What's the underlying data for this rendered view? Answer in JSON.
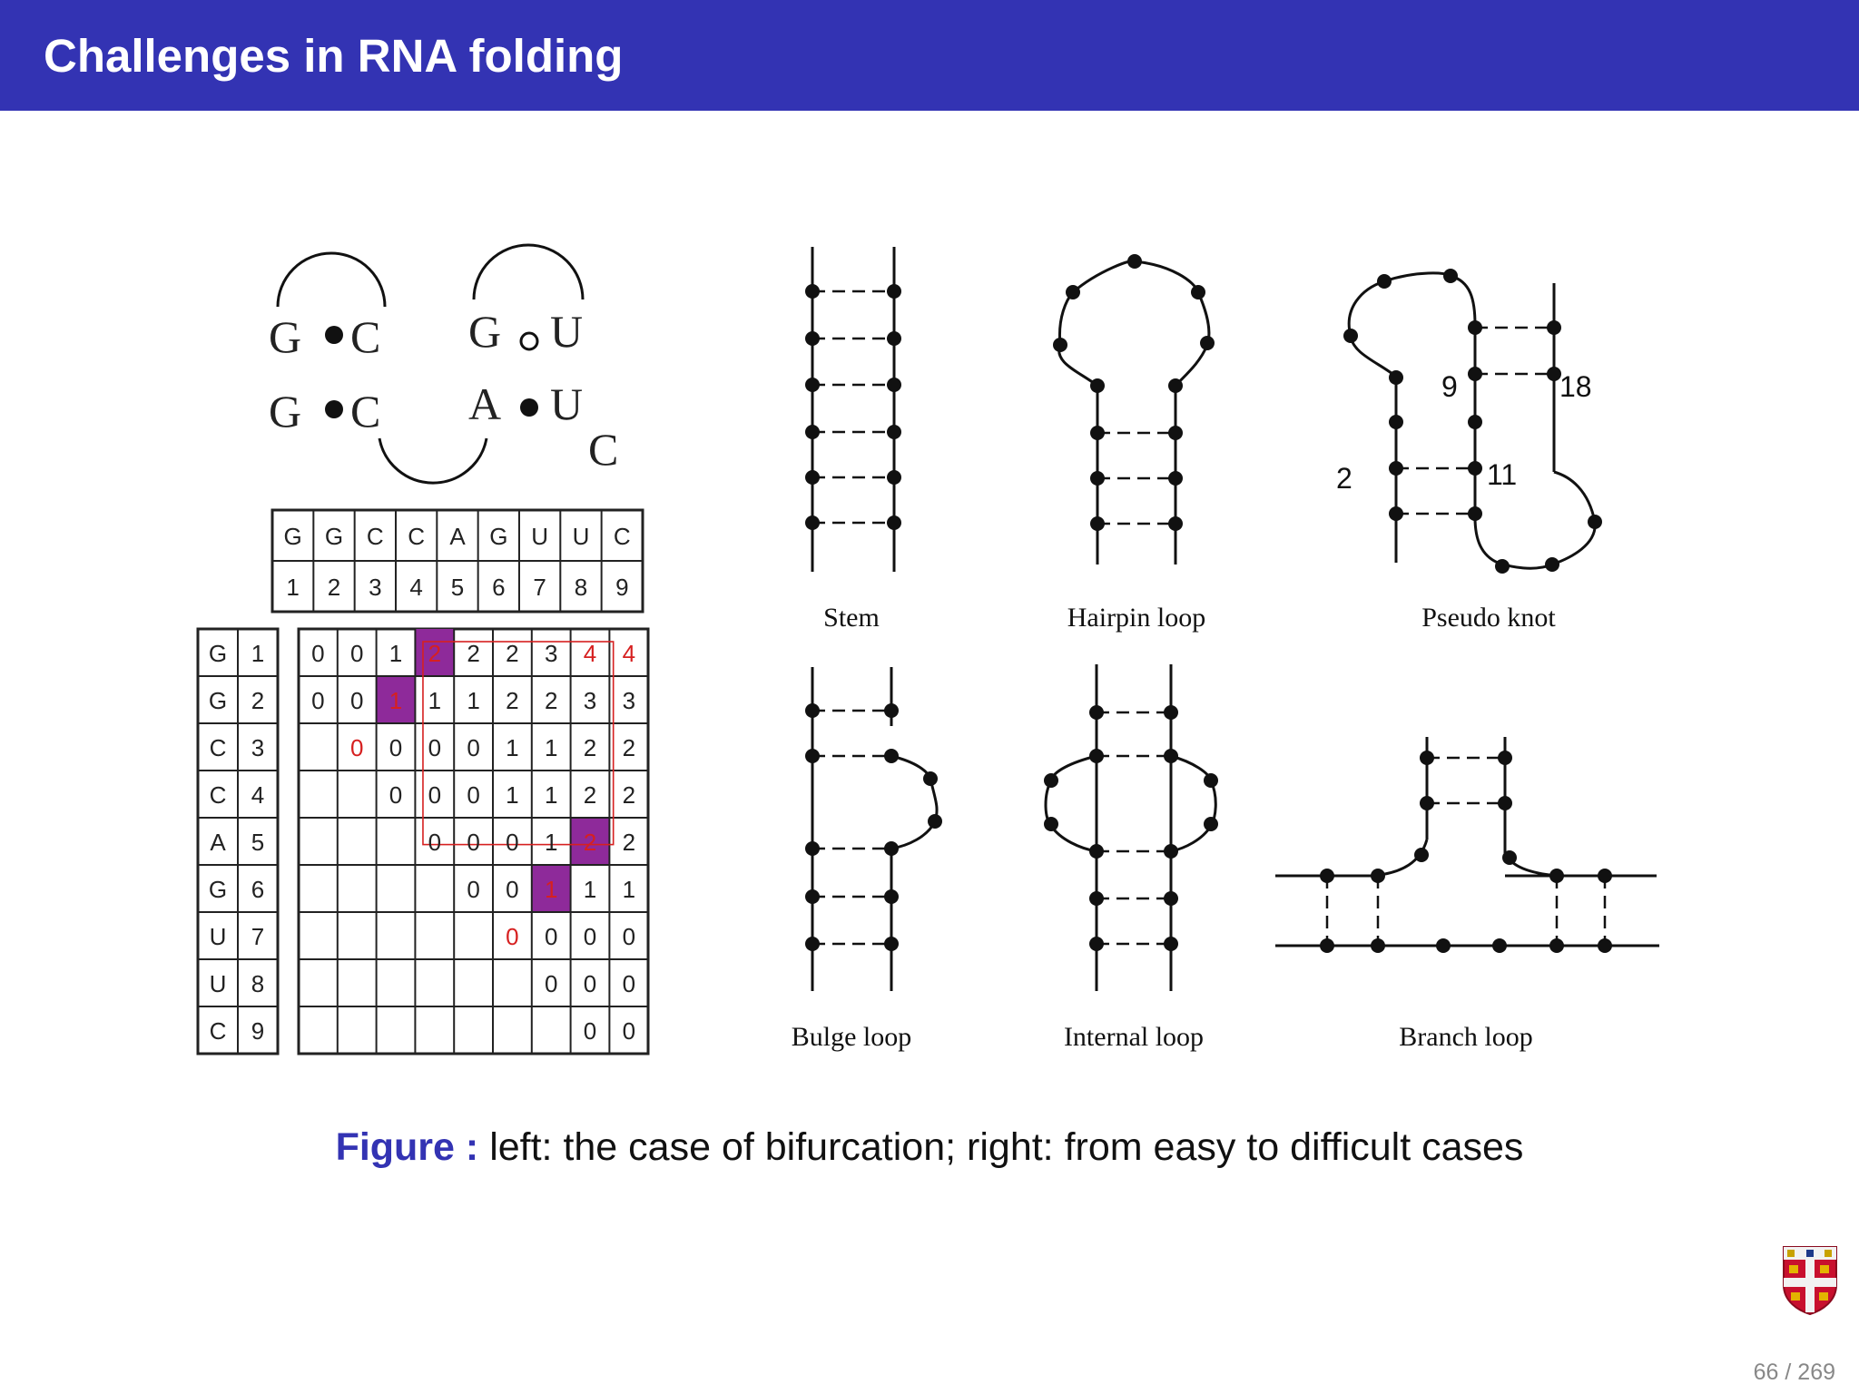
{
  "title": "Challenges in RNA folding",
  "caption": {
    "lead": "Figure :",
    "text": "left: the case of bifurcation; right: from easy to difficult cases"
  },
  "page_number": "66 / 269",
  "pairs": {
    "left_top": [
      "G",
      "C"
    ],
    "left_bottom": [
      "G",
      "C"
    ],
    "right_top": [
      "G",
      "U"
    ],
    "right_bottom": [
      "A",
      "U"
    ],
    "extra": "C"
  },
  "sequence": [
    "G",
    "G",
    "C",
    "C",
    "A",
    "G",
    "U",
    "U",
    "C"
  ],
  "indices": [
    "1",
    "2",
    "3",
    "4",
    "5",
    "6",
    "7",
    "8",
    "9"
  ],
  "matrix": [
    [
      "0",
      "0",
      "1",
      "2",
      "2",
      "2",
      "3",
      "4",
      "4"
    ],
    [
      "",
      "0",
      "0",
      "1",
      "1",
      "1",
      "2",
      "2",
      "3",
      "3"
    ],
    [
      "",
      "",
      "0",
      "0",
      "0",
      "0",
      "1",
      "1",
      "2",
      "2"
    ],
    [
      "",
      "",
      "",
      "0",
      "0",
      "0",
      "1",
      "1",
      "2",
      "2"
    ],
    [
      "",
      "",
      "",
      "",
      "0",
      "0",
      "0",
      "1",
      "2",
      "2"
    ],
    [
      "",
      "",
      "",
      "",
      "",
      "0",
      "0",
      "1",
      "1",
      "1"
    ],
    [
      "",
      "",
      "",
      "",
      "",
      "",
      "0",
      "0",
      "0",
      "0"
    ],
    [
      "",
      "",
      "",
      "",
      "",
      "",
      "",
      "0",
      "0",
      "0"
    ],
    [
      "",
      "",
      "",
      "",
      "",
      "",
      "",
      "",
      "0",
      "0"
    ]
  ],
  "structures": {
    "stem": "Stem",
    "hairpin": "Hairpin loop",
    "pseudo": "Pseudo knot",
    "bulge": "Bulge loop",
    "internal": "Internal loop",
    "branch": "Branch loop",
    "pseudo_numbers": [
      "9",
      "18",
      "2",
      "11"
    ]
  },
  "colors": {
    "title_bg": "#3333b3",
    "highlight": "#8e2a9a",
    "red": "#d62020"
  }
}
